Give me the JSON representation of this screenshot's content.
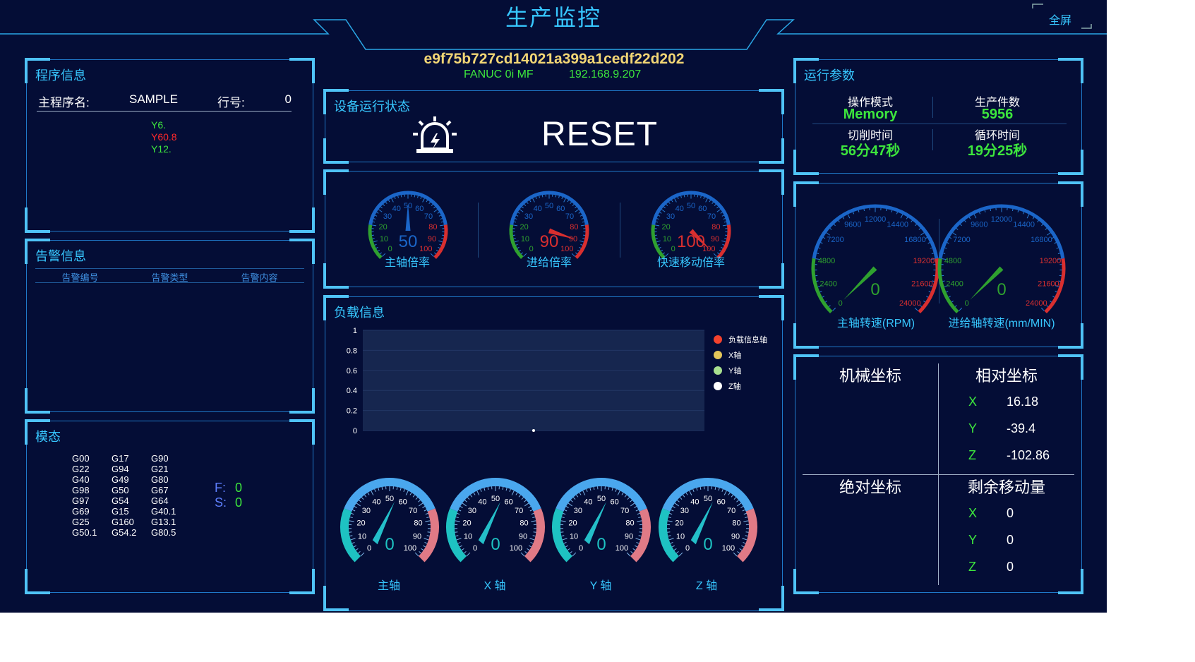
{
  "header": {
    "title": "生产监控",
    "fullscreen_label": "全屏",
    "device_id": "e9f75b727cd14021a399a1cedf22d202",
    "device_model": "FANUC 0i MF",
    "device_ip": "192.168.9.207"
  },
  "program": {
    "title": "程序信息",
    "name_label": "主程序名:",
    "name_value": "SAMPLE",
    "line_label": "行号:",
    "line_value": "0",
    "code_lines": [
      "Y6.",
      "Y60.8",
      "Y12."
    ]
  },
  "alarm": {
    "title": "告警信息",
    "columns": [
      "告警编号",
      "告警类型",
      "告警内容"
    ]
  },
  "modal": {
    "title": "模态",
    "g_codes": [
      [
        "G00",
        "G17",
        "G90"
      ],
      [
        "G22",
        "G94",
        "G21"
      ],
      [
        "G40",
        "G49",
        "G80"
      ],
      [
        "G98",
        "G50",
        "G67"
      ],
      [
        "G97",
        "G54",
        "G64"
      ],
      [
        "G69",
        "G15",
        "G40.1"
      ],
      [
        "G25",
        "G160",
        "G13.1"
      ],
      [
        "G50.1",
        "G54.2",
        "G80.5"
      ]
    ],
    "f_label": "F:",
    "f_value": "0",
    "s_label": "S:",
    "s_value": "0"
  },
  "status": {
    "title": "设备运行状态",
    "value": "RESET",
    "icon": "alarm-light-icon"
  },
  "rate_gauges": [
    {
      "label": "主轴倍率",
      "value": 50,
      "max": 100
    },
    {
      "label": "进给倍率",
      "value": 90,
      "max": 100
    },
    {
      "label": "快速移动倍率",
      "value": 100,
      "max": 100
    }
  ],
  "rate_ticks": [
    "0",
    "10",
    "20",
    "30",
    "40",
    "50",
    "60",
    "70",
    "80",
    "90",
    "100"
  ],
  "load": {
    "title": "负载信息",
    "chart_data": {
      "type": "line",
      "y_ticks": [
        "1",
        "0.8",
        "0.6",
        "0.4",
        "0.2",
        "0"
      ],
      "ylim": [
        0,
        1
      ],
      "series": [
        {
          "name": "负载信息轴",
          "color": "#f4422d",
          "values": []
        },
        {
          "name": "X轴",
          "color": "#e4c65a",
          "values": []
        },
        {
          "name": "Y轴",
          "color": "#a8e08f",
          "values": []
        },
        {
          "name": "Z轴",
          "color": "#ffffff",
          "values": []
        }
      ]
    },
    "axis_gauges": [
      {
        "label": "主轴",
        "value": 0,
        "max": 100
      },
      {
        "label": "X 轴",
        "value": 0,
        "max": 100
      },
      {
        "label": "Y 轴",
        "value": 0,
        "max": 100
      },
      {
        "label": "Z 轴",
        "value": 0,
        "max": 100
      }
    ],
    "axis_ticks": [
      "0",
      "10",
      "20",
      "30",
      "40",
      "50",
      "60",
      "70",
      "80",
      "90",
      "100"
    ]
  },
  "run_params": {
    "title": "运行参数",
    "mode_label": "操作模式",
    "mode_value": "Memory",
    "count_label": "生产件数",
    "count_value": "5956",
    "cut_label": "切削时间",
    "cut_value": "56分47秒",
    "cycle_label": "循环时间",
    "cycle_value": "19分25秒"
  },
  "speed_gauges": [
    {
      "label": "主轴转速(RPM)",
      "value": 0,
      "max": 24000
    },
    {
      "label": "进给轴转速(mm/MIN)",
      "value": 0,
      "max": 24000
    }
  ],
  "speed_ticks": [
    "0",
    "2400",
    "4800",
    "7200",
    "9600",
    "12000",
    "14400",
    "16800",
    "19200",
    "21600",
    "24000"
  ],
  "coords": {
    "machine_title": "机械坐标",
    "relative_title": "相对坐标",
    "absolute_title": "绝对坐标",
    "remaining_title": "剩余移动量",
    "relative": [
      {
        "axis": "X",
        "value": "16.18"
      },
      {
        "axis": "Y",
        "value": "-39.4"
      },
      {
        "axis": "Z",
        "value": "-102.86"
      }
    ],
    "remaining": [
      {
        "axis": "X",
        "value": "0"
      },
      {
        "axis": "Y",
        "value": "0"
      },
      {
        "axis": "Z",
        "value": "0"
      }
    ]
  },
  "colors": {
    "background": "#040d36",
    "accent": "#37c7ff",
    "value_green": "#3de63d",
    "alarm_red": "#ff2a2a"
  }
}
